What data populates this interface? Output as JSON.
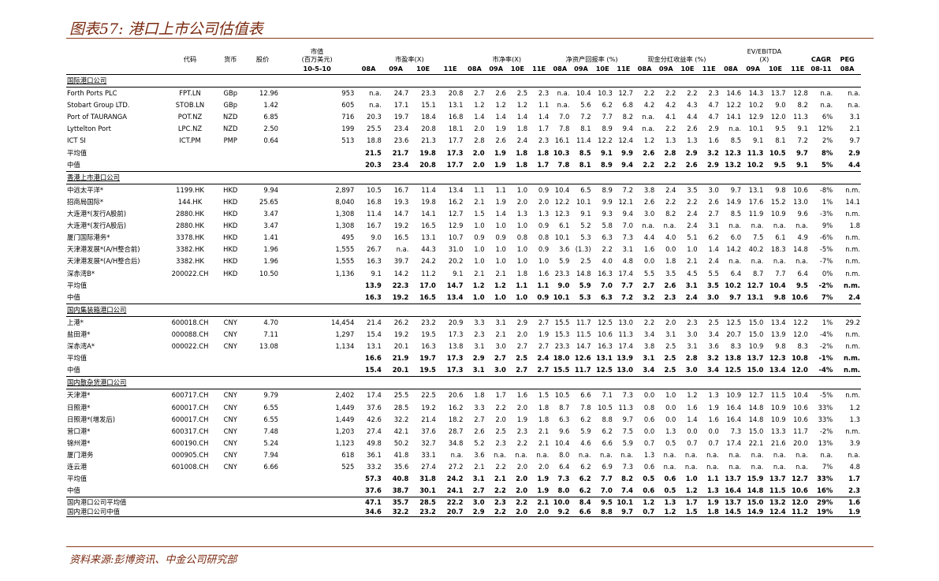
{
  "title": "图表57: 港口上市公司估值表",
  "source": "资料来源:彭博资讯、中金公司研究部",
  "header": {
    "code": "代码",
    "currency": "货币",
    "price": "股价",
    "mktcap": "市值\n(百万美元)",
    "date": "10-5-10",
    "pe": "市盈率(X)",
    "pb": "市净率(X)",
    "roe": "净资产回报率 (%)",
    "yield": "现金分红收益率 (%)",
    "ev": "EV/EBITDA\n(X)",
    "cagr": "CAGR",
    "peg": "PEG",
    "years4": [
      "08A",
      "09A",
      "10E",
      "11E"
    ],
    "cagr_years": "08-11",
    "peg_year": "08A"
  },
  "sections": [
    {
      "name": "国际港口公司",
      "rows": [
        [
          "Forth Ports PLC",
          "FPT.LN",
          "GBp",
          "12.96",
          "953",
          "n.a.",
          "24.7",
          "23.3",
          "20.8",
          "2.7",
          "2.6",
          "2.5",
          "2.3",
          "n.a.",
          "10.4",
          "10.3",
          "12.7",
          "2.2",
          "2.2",
          "2.2",
          "2.3",
          "14.6",
          "14.3",
          "13.7",
          "12.8",
          "n.a.",
          "n.a."
        ],
        [
          "Stobart Group LTD.",
          "STOB.LN",
          "GBp",
          "1.42",
          "605",
          "n.a.",
          "17.1",
          "15.1",
          "13.1",
          "1.2",
          "1.2",
          "1.2",
          "1.1",
          "n.a.",
          "5.6",
          "6.2",
          "6.8",
          "4.2",
          "4.2",
          "4.3",
          "4.7",
          "12.2",
          "10.2",
          "9.0",
          "8.2",
          "n.a.",
          "n.a."
        ],
        [
          "Port of TAURANGA",
          "POT.NZ",
          "NZD",
          "6.85",
          "716",
          "20.3",
          "19.7",
          "18.4",
          "16.8",
          "1.4",
          "1.4",
          "1.4",
          "1.4",
          "7.0",
          "7.2",
          "7.7",
          "8.2",
          "n.a.",
          "4.1",
          "4.4",
          "4.7",
          "14.1",
          "12.9",
          "12.0",
          "11.3",
          "6%",
          "3.1"
        ],
        [
          "Lyttelton Port",
          "LPC.NZ",
          "NZD",
          "2.50",
          "199",
          "25.5",
          "23.4",
          "20.8",
          "18.1",
          "2.0",
          "1.9",
          "1.8",
          "1.7",
          "7.8",
          "8.1",
          "8.9",
          "9.4",
          "n.a.",
          "2.2",
          "2.6",
          "2.9",
          "n.a.",
          "10.1",
          "9.5",
          "9.1",
          "12%",
          "2.1"
        ],
        [
          "ICT SI",
          "ICT.PM",
          "PMP",
          "0.64",
          "513",
          "18.8",
          "23.6",
          "21.3",
          "17.7",
          "2.8",
          "2.6",
          "2.4",
          "2.3",
          "16.1",
          "11.4",
          "12.2",
          "12.4",
          "1.2",
          "1.3",
          "1.3",
          "1.6",
          "8.5",
          "9.1",
          "8.1",
          "7.2",
          "2%",
          "9.7"
        ]
      ],
      "avg": [
        "平均值",
        "",
        "",
        "",
        "",
        "21.5",
        "21.7",
        "19.8",
        "17.3",
        "2.0",
        "1.9",
        "1.8",
        "1.8",
        "10.3",
        "8.5",
        "9.1",
        "9.9",
        "2.6",
        "2.8",
        "2.9",
        "3.2",
        "12.3",
        "11.3",
        "10.5",
        "9.7",
        "8%",
        "2.9"
      ],
      "med": [
        "中值",
        "",
        "",
        "",
        "",
        "20.3",
        "23.4",
        "20.8",
        "17.7",
        "2.0",
        "1.9",
        "1.8",
        "1.7",
        "7.8",
        "8.1",
        "8.9",
        "9.4",
        "2.2",
        "2.2",
        "2.6",
        "2.9",
        "13.2",
        "10.2",
        "9.5",
        "9.1",
        "5%",
        "4.4"
      ]
    },
    {
      "name": "香港上市港口公司",
      "rows": [
        [
          "中远太平洋*",
          "1199.HK",
          "HKD",
          "9.94",
          "2,897",
          "10.5",
          "16.7",
          "11.4",
          "13.4",
          "1.1",
          "1.1",
          "1.0",
          "0.9",
          "10.4",
          "6.5",
          "8.9",
          "7.2",
          "3.8",
          "2.4",
          "3.5",
          "3.0",
          "9.7",
          "13.1",
          "9.8",
          "10.6",
          "-8%",
          "n.m."
        ],
        [
          "招商局国际*",
          "144.HK",
          "HKD",
          "25.65",
          "8,040",
          "16.8",
          "19.3",
          "19.8",
          "16.2",
          "2.1",
          "1.9",
          "2.0",
          "2.0",
          "12.2",
          "10.1",
          "9.9",
          "12.1",
          "2.6",
          "2.2",
          "2.2",
          "2.6",
          "14.9",
          "17.6",
          "15.2",
          "13.0",
          "1%",
          "14.1"
        ],
        [
          "大连港*(发行A股前)",
          "2880.HK",
          "HKD",
          "3.47",
          "1,308",
          "11.4",
          "14.7",
          "14.1",
          "12.7",
          "1.5",
          "1.4",
          "1.3",
          "1.3",
          "12.3",
          "9.1",
          "9.3",
          "9.4",
          "3.0",
          "8.2",
          "2.4",
          "2.7",
          "8.5",
          "11.9",
          "10.9",
          "9.6",
          "-3%",
          "n.m."
        ],
        [
          "大连港*(发行A股后)",
          "2880.HK",
          "HKD",
          "3.47",
          "1,308",
          "16.7",
          "19.2",
          "16.5",
          "12.9",
          "1.0",
          "1.0",
          "1.0",
          "0.9",
          "6.1",
          "5.2",
          "5.8",
          "7.0",
          "n.a.",
          "n.a.",
          "2.4",
          "3.1",
          "n.a.",
          "n.a.",
          "n.a.",
          "n.a.",
          "9%",
          "1.8"
        ],
        [
          "厦门国际港务*",
          "3378.HK",
          "HKD",
          "1.41",
          "495",
          "9.0",
          "16.5",
          "13.1",
          "10.7",
          "0.9",
          "0.9",
          "0.8",
          "0.8",
          "10.1",
          "5.3",
          "6.3",
          "7.3",
          "4.4",
          "4.0",
          "5.1",
          "6.2",
          "6.0",
          "7.5",
          "6.1",
          "4.9",
          "-6%",
          "n.m."
        ],
        [
          "天津港发展*(A/H整合前)",
          "3382.HK",
          "HKD",
          "1.96",
          "1,555",
          "26.7",
          "n.a.",
          "44.3",
          "31.0",
          "1.0",
          "1.0",
          "1.0",
          "0.9",
          "3.6",
          "(1.3)",
          "2.2",
          "3.1",
          "1.6",
          "0.0",
          "1.0",
          "1.4",
          "14.2",
          "40.2",
          "18.3",
          "14.8",
          "-5%",
          "n.m."
        ],
        [
          "天津港发展*(A/H整合后)",
          "3382.HK",
          "HKD",
          "1.96",
          "1,555",
          "16.3",
          "39.7",
          "24.2",
          "20.2",
          "1.0",
          "1.0",
          "1.0",
          "1.0",
          "5.9",
          "2.5",
          "4.0",
          "4.8",
          "0.0",
          "1.8",
          "2.1",
          "2.4",
          "n.a.",
          "n.a.",
          "n.a.",
          "n.a.",
          "-7%",
          "n.m."
        ],
        [
          "深赤湾B*",
          "200022.CH",
          "HKD",
          "10.50",
          "1,136",
          "9.1",
          "14.2",
          "11.2",
          "9.1",
          "2.1",
          "2.1",
          "1.8",
          "1.6",
          "23.3",
          "14.8",
          "16.3",
          "17.4",
          "5.5",
          "3.5",
          "4.5",
          "5.5",
          "6.4",
          "8.7",
          "7.7",
          "6.4",
          "0%",
          "n.m."
        ]
      ],
      "avg": [
        "平均值",
        "",
        "",
        "",
        "",
        "13.9",
        "22.3",
        "17.0",
        "14.7",
        "1.2",
        "1.2",
        "1.1",
        "1.1",
        "9.0",
        "5.9",
        "7.0",
        "7.7",
        "2.7",
        "2.6",
        "3.1",
        "3.5",
        "10.2",
        "12.7",
        "10.4",
        "9.5",
        "-2%",
        "n.m."
      ],
      "med": [
        "中值",
        "",
        "",
        "",
        "",
        "16.3",
        "19.2",
        "16.5",
        "13.4",
        "1.0",
        "1.0",
        "1.0",
        "0.9",
        "10.1",
        "5.3",
        "6.3",
        "7.2",
        "3.2",
        "2.3",
        "2.4",
        "3.0",
        "9.7",
        "13.1",
        "9.8",
        "10.6",
        "7%",
        "2.4"
      ]
    },
    {
      "name": "国内集装箱港口公司",
      "rows": [
        [
          "上港*",
          "600018.CH",
          "CNY",
          "4.70",
          "14,454",
          "21.4",
          "26.2",
          "23.2",
          "20.9",
          "3.3",
          "3.1",
          "2.9",
          "2.7",
          "15.5",
          "11.7",
          "12.5",
          "13.0",
          "2.2",
          "2.0",
          "2.3",
          "2.5",
          "12.5",
          "15.0",
          "13.4",
          "12.2",
          "1%",
          "29.2"
        ],
        [
          "盐田港*",
          "000088.CH",
          "CNY",
          "7.11",
          "1,297",
          "15.4",
          "19.2",
          "19.5",
          "17.3",
          "2.3",
          "2.1",
          "2.0",
          "1.9",
          "15.3",
          "11.5",
          "10.6",
          "11.3",
          "3.4",
          "3.1",
          "3.0",
          "3.4",
          "20.7",
          "15.0",
          "13.9",
          "12.0",
          "-4%",
          "n.m."
        ],
        [
          "深赤湾A*",
          "000022.CH",
          "CNY",
          "13.08",
          "1,134",
          "13.1",
          "20.1",
          "16.3",
          "13.8",
          "3.1",
          "3.0",
          "2.7",
          "2.7",
          "23.3",
          "14.7",
          "16.3",
          "17.4",
          "3.8",
          "2.5",
          "3.1",
          "3.6",
          "8.3",
          "10.9",
          "9.8",
          "8.3",
          "-2%",
          "n.m."
        ]
      ],
      "avg": [
        "平均值",
        "",
        "",
        "",
        "",
        "16.6",
        "21.9",
        "19.7",
        "17.3",
        "2.9",
        "2.7",
        "2.5",
        "2.4",
        "18.0",
        "12.6",
        "13.1",
        "13.9",
        "3.1",
        "2.5",
        "2.8",
        "3.2",
        "13.8",
        "13.7",
        "12.3",
        "10.8",
        "-1%",
        "n.m."
      ],
      "med": [
        "中值",
        "",
        "",
        "",
        "",
        "15.4",
        "20.1",
        "19.5",
        "17.3",
        "3.1",
        "3.0",
        "2.7",
        "2.7",
        "15.5",
        "11.7",
        "12.5",
        "13.0",
        "3.4",
        "2.5",
        "3.0",
        "3.4",
        "12.5",
        "15.0",
        "13.4",
        "12.0",
        "-4%",
        "n.m."
      ]
    },
    {
      "name": "国内散杂货港口公司",
      "rows": [
        [
          "天津港*",
          "600717.CH",
          "CNY",
          "9.79",
          "2,402",
          "17.4",
          "25.5",
          "22.5",
          "20.6",
          "1.8",
          "1.7",
          "1.6",
          "1.5",
          "10.5",
          "6.6",
          "7.1",
          "7.3",
          "0.0",
          "1.0",
          "1.2",
          "1.3",
          "10.9",
          "12.7",
          "11.5",
          "10.4",
          "-5%",
          "n.m."
        ],
        [
          "日照港*",
          "600017.CH",
          "CNY",
          "6.55",
          "1,449",
          "37.6",
          "28.5",
          "19.2",
          "16.2",
          "3.3",
          "2.2",
          "2.0",
          "1.8",
          "8.7",
          "7.8",
          "10.5",
          "11.3",
          "0.8",
          "0.0",
          "1.6",
          "1.9",
          "16.4",
          "14.8",
          "10.9",
          "10.6",
          "33%",
          "1.2"
        ],
        [
          "日照港*(增发后)",
          "600017.CH",
          "CNY",
          "6.55",
          "1,449",
          "42.6",
          "32.2",
          "21.4",
          "18.2",
          "2.7",
          "2.0",
          "1.9",
          "1.8",
          "6.3",
          "6.2",
          "8.8",
          "9.7",
          "0.6",
          "0.0",
          "1.4",
          "1.6",
          "16.4",
          "14.8",
          "10.9",
          "10.6",
          "33%",
          "1.3"
        ],
        [
          "营口港*",
          "600317.CH",
          "CNY",
          "7.48",
          "1,203",
          "27.4",
          "42.1",
          "37.6",
          "28.7",
          "2.6",
          "2.5",
          "2.3",
          "2.1",
          "9.6",
          "5.9",
          "6.2",
          "7.5",
          "0.0",
          "1.3",
          "0.0",
          "0.0",
          "7.3",
          "15.0",
          "13.3",
          "11.7",
          "-2%",
          "n.m."
        ],
        [
          "锦州港*",
          "600190.CH",
          "CNY",
          "5.24",
          "1,123",
          "49.8",
          "50.2",
          "32.7",
          "34.8",
          "5.2",
          "2.3",
          "2.2",
          "2.1",
          "10.4",
          "4.6",
          "6.6",
          "5.9",
          "0.7",
          "0.5",
          "0.7",
          "0.7",
          "17.4",
          "22.1",
          "21.6",
          "20.0",
          "13%",
          "3.9"
        ],
        [
          "厦门港务",
          "000905.CH",
          "CNY",
          "7.94",
          "618",
          "36.1",
          "41.8",
          "33.1",
          "n.a.",
          "3.6",
          "n.a.",
          "n.a.",
          "n.a.",
          "8.0",
          "n.a.",
          "n.a.",
          "n.a.",
          "1.3",
          "n.a.",
          "n.a.",
          "n.a.",
          "n.a.",
          "n.a.",
          "n.a.",
          "n.a.",
          "n.a.",
          "n.a."
        ],
        [
          "连云港",
          "601008.CH",
          "CNY",
          "6.66",
          "525",
          "33.2",
          "35.6",
          "27.4",
          "27.2",
          "2.1",
          "2.2",
          "2.0",
          "2.0",
          "6.4",
          "6.2",
          "6.9",
          "7.3",
          "0.6",
          "n.a.",
          "n.a.",
          "n.a.",
          "n.a.",
          "n.a.",
          "n.a.",
          "n.a.",
          "7%",
          "4.8"
        ]
      ],
      "avg": [
        "平均值",
        "",
        "",
        "",
        "",
        "57.3",
        "40.8",
        "31.8",
        "24.2",
        "3.1",
        "2.1",
        "2.0",
        "1.9",
        "7.3",
        "6.2",
        "7.7",
        "8.2",
        "0.5",
        "0.6",
        "1.0",
        "1.1",
        "13.7",
        "15.9",
        "13.7",
        "12.7",
        "33%",
        "1.7"
      ],
      "med": [
        "中值",
        "",
        "",
        "",
        "",
        "37.6",
        "38.7",
        "30.1",
        "24.1",
        "2.7",
        "2.2",
        "2.0",
        "1.9",
        "8.0",
        "6.2",
        "7.0",
        "7.4",
        "0.6",
        "0.5",
        "1.2",
        "1.3",
        "16.4",
        "14.8",
        "11.5",
        "10.6",
        "16%",
        "2.3"
      ]
    }
  ],
  "totals": [
    [
      "国内港口公司平均值",
      "",
      "",
      "",
      "",
      "47.1",
      "35.7",
      "28.5",
      "22.2",
      "3.0",
      "2.3",
      "2.2",
      "2.1",
      "10.0",
      "8.4",
      "9.5",
      "10.1",
      "1.2",
      "1.3",
      "1.7",
      "1.9",
      "13.7",
      "15.0",
      "13.2",
      "12.0",
      "29%",
      "1.6"
    ],
    [
      "国内港口公司中值",
      "",
      "",
      "",
      "",
      "34.6",
      "32.2",
      "23.2",
      "20.7",
      "2.9",
      "2.2",
      "2.0",
      "2.0",
      "9.2",
      "6.6",
      "8.8",
      "9.7",
      "0.7",
      "1.2",
      "1.5",
      "1.8",
      "14.5",
      "14.9",
      "12.4",
      "11.2",
      "19%",
      "1.9"
    ]
  ]
}
